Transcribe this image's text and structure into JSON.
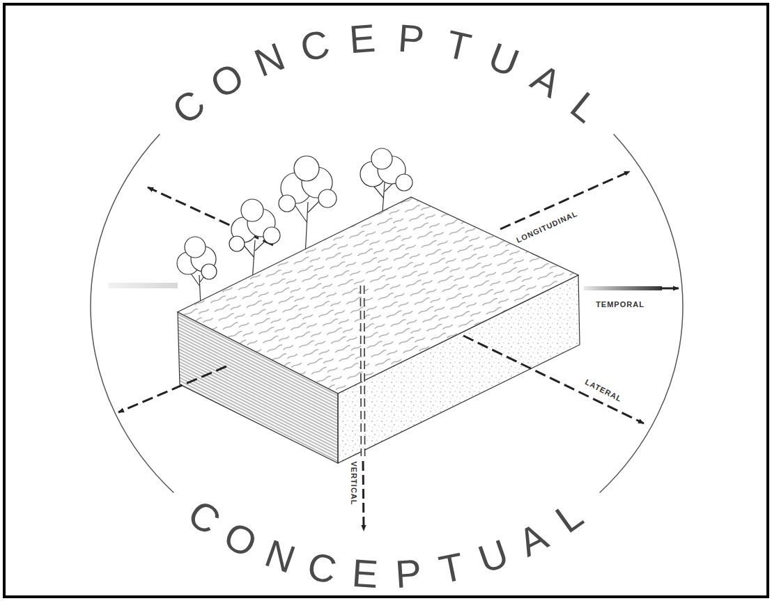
{
  "diagram": {
    "labels": [
      "CONCEPTUAL",
      "LONGITUDINAL",
      "TEMPORAL",
      "LATERAL",
      "VERTICAL",
      "CONCEPTUAL"
    ]
  }
}
